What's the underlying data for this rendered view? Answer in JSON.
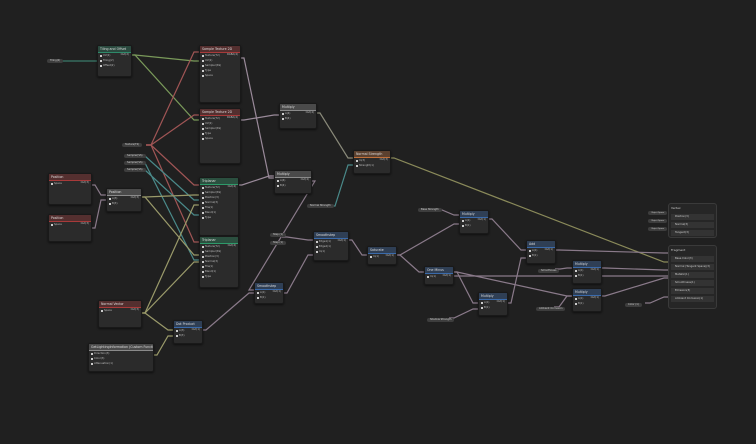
{
  "nodes": [
    {
      "title": "Tiling and Offset",
      "color": "#2e8a6a",
      "ports": [
        "UV(2)",
        "Tiling(2)",
        "Offset(2)"
      ],
      "output": "Out(2)"
    },
    {
      "title": "Sample Texture 2D",
      "color": "#a83a3a",
      "ports": [
        "Texture(T2)",
        "UV(2)",
        "Sampler(SS)",
        "Type",
        "Space"
      ],
      "output": "RGBA(4)"
    },
    {
      "title": "Sample Texture 2D",
      "color": "#a83a3a",
      "ports": [
        "Texture(T2)",
        "UV(2)",
        "Sampler(SS)",
        "Type",
        "Space"
      ],
      "output": "RGBA(4)"
    },
    {
      "title": "Multiply",
      "color": "#8a8a8a",
      "ports": [
        "A(4)",
        "B(4)"
      ],
      "output": "Out(4)"
    },
    {
      "title": "Multiply",
      "color": "#8a8a8a",
      "ports": [
        "A(4)",
        "B(4)"
      ],
      "output": "Out(4)"
    },
    {
      "title": "Normal Strength",
      "color": "#c0703a",
      "ports": [
        "In(3)",
        "Strength(1)"
      ],
      "output": "Out(3)"
    },
    {
      "title": "Triplanar",
      "color": "#2e9a6a",
      "ports": [
        "Texture(T2)",
        "Sampler(SS)",
        "Position(3)",
        "Normal(3)",
        "Tile(1)",
        "Blend(1)",
        "Type"
      ],
      "output": "Out(4)"
    },
    {
      "title": "Triplanar",
      "color": "#2e9a6a",
      "ports": [
        "Texture(T2)",
        "Sampler(SS)",
        "Position(3)",
        "Normal(3)",
        "Tile(1)",
        "Blend(1)",
        "Type"
      ],
      "output": "Out(4)"
    },
    {
      "title": "Position",
      "color": "#a83a3a",
      "ports": [
        "Space"
      ],
      "output": "Out(3)"
    },
    {
      "title": "Position",
      "color": "#a83a3a",
      "ports": [
        "Space"
      ],
      "output": "Out(3)"
    },
    {
      "title": "Position",
      "color": "#8a8a8a",
      "ports": [
        "A(3)",
        "B(3)"
      ],
      "output": "Out(3)"
    },
    {
      "title": "Normal Vector",
      "color": "#a83a3a",
      "ports": [
        "Space"
      ],
      "output": "Out(3)"
    },
    {
      "title": "Dot Product",
      "color": "#3a6aaa",
      "ports": [
        "A(3)",
        "B(3)"
      ],
      "output": "Out(1)"
    },
    {
      "title": "GetLightingInformation (Custom Function)",
      "color": "#8a8a8a",
      "ports": [
        "Direction(3)",
        "Color(3)",
        "Attenuation(1)"
      ],
      "output": ""
    },
    {
      "title": "Smoothstep",
      "color": "#3a6aaa",
      "ports": [
        "A(1)",
        "B(1)"
      ],
      "output": "Out(1)"
    },
    {
      "title": "Smoothstep",
      "color": "#3a6aaa",
      "ports": [
        "Edge1(1)",
        "Edge2(1)",
        "In(1)"
      ],
      "output": "Out(1)"
    },
    {
      "title": "Saturate",
      "color": "#3a6aaa",
      "ports": [
        "In(1)"
      ],
      "output": "Out(1)"
    },
    {
      "title": "Multiply",
      "color": "#3a6aaa",
      "ports": [
        "A(1)",
        "B(1)"
      ],
      "output": "Out(1)"
    },
    {
      "title": "One Minus",
      "color": "#3a6aaa",
      "ports": [
        "In(1)"
      ],
      "output": "Out(1)"
    },
    {
      "title": "Add",
      "color": "#3a6aaa",
      "ports": [
        "A(1)",
        "B(1)"
      ],
      "output": "Out(1)"
    },
    {
      "title": "Multiply",
      "color": "#3a6aaa",
      "ports": [
        "A(1)",
        "B(1)"
      ],
      "output": "Out(1)"
    },
    {
      "title": "Multiply",
      "color": "#3a6aaa",
      "ports": [
        "A(1)",
        "B(1)"
      ],
      "output": "Out(1)"
    },
    {
      "title": "Multiply",
      "color": "#3a6aaa",
      "ports": [
        "A(1)",
        "B(1)"
      ],
      "output": "Out(1)"
    }
  ],
  "properties": [
    "Tiling(2)",
    "Texture(T2)",
    "Sampler(SS)",
    "Sampler(SS)",
    "Sampler(SS)",
    "Normal Strength",
    "Step (1)",
    "Step (1)",
    "Base Strength",
    "Shadow Strength",
    "Smoothness",
    "Ambient Occlusion",
    "Color (1)"
  ],
  "vertex": {
    "title": "Vertex",
    "ports": [
      "Position(3)",
      "Normal(3)",
      "Tangent(3)"
    ],
    "inputs": [
      "Object Space",
      "Object Space",
      "Object Space"
    ]
  },
  "fragment": {
    "title": "Fragment",
    "ports": [
      "Base Color(3)",
      "Normal (Tangent Space)(3)",
      "Metallic(1)",
      "Smoothness(1)",
      "Emission(3)",
      "Ambient Occlusion(1)"
    ]
  }
}
